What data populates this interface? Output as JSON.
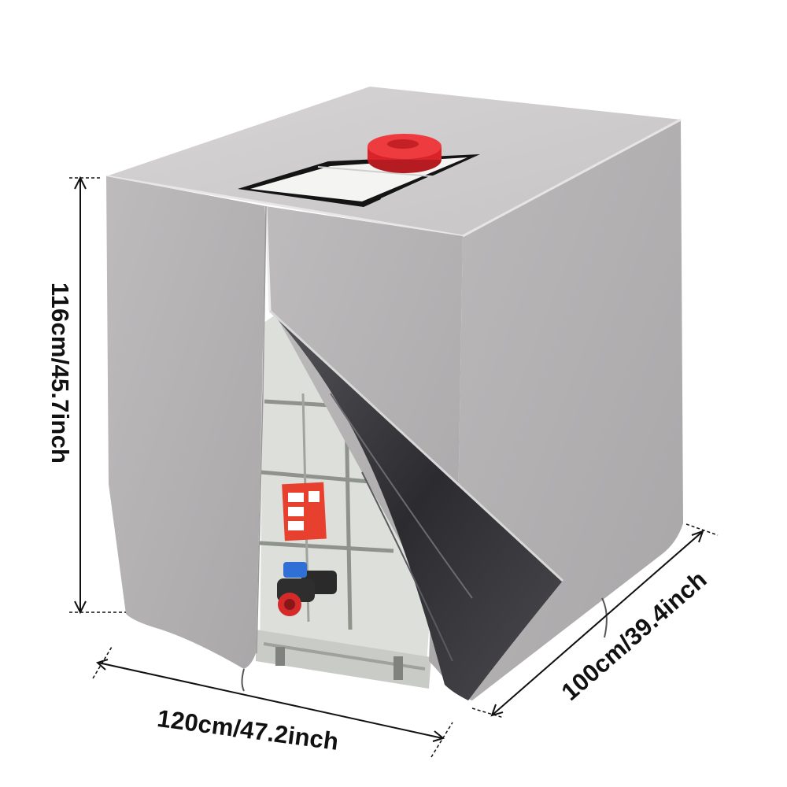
{
  "dimensions": {
    "height": "116cm/45.7inch",
    "width": "120cm/47.2inch",
    "depth": "100cm/39.4inch"
  },
  "colors": {
    "cover": "#b4b2b3",
    "cover_top": "#cfcdcd",
    "cap": "#e4262c",
    "lining": "#3a3a3d",
    "tank": "#dcdfd9"
  }
}
